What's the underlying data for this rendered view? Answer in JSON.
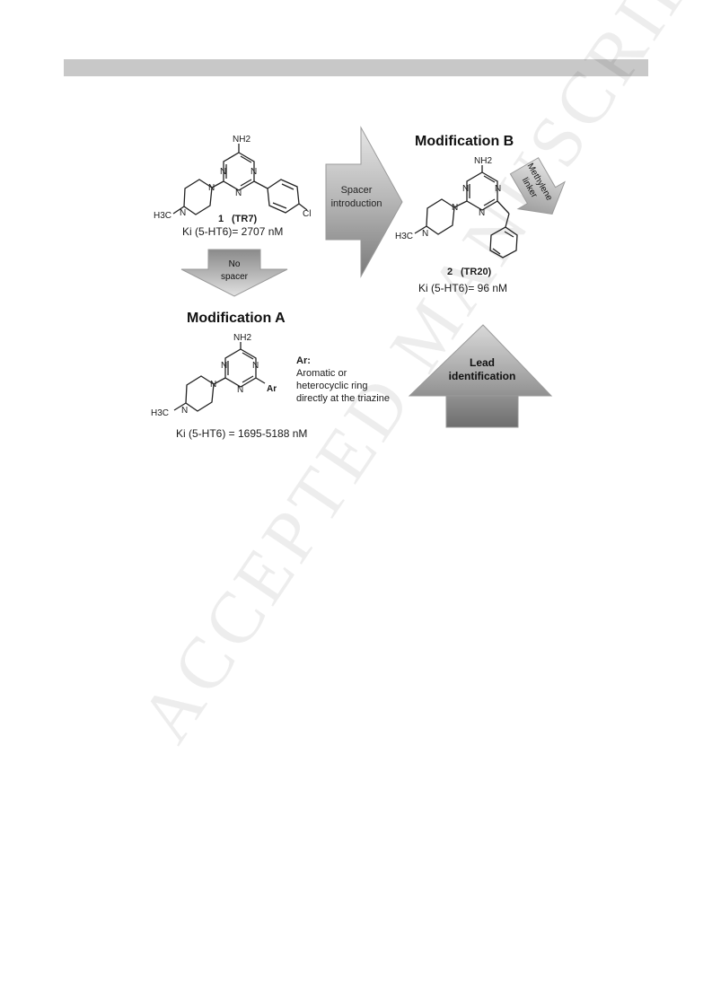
{
  "watermark": "ACCEPTED MANUSCRIPT",
  "compound1": {
    "nh2": "NH2",
    "cl": "Cl",
    "h3c": "H3C",
    "name_num": "1",
    "name_code": "(TR7)",
    "ki_text": "Ki (5-HT6)= 2707 nM"
  },
  "arrows": {
    "spacer": "Spacer introduction",
    "no_spacer": "No spacer",
    "lead": "Lead identification",
    "methylene": "Methylene linker"
  },
  "modB": {
    "title": "Modification B",
    "nh2": "NH2",
    "h3c": "H3C",
    "name_num": "2",
    "name_code": "(TR20)",
    "ki_text": "Ki (5-HT6)= 96 nM"
  },
  "modA": {
    "title": "Modification A",
    "nh2": "NH2",
    "h3c": "H3C",
    "ar": "Ar",
    "ar_label": "Ar:",
    "ar_desc_1": "Aromatic or",
    "ar_desc_2": "heterocyclic ring",
    "ar_desc_3": "directly at the triazine",
    "ki_text": "Ki (5-HT6) = 1695-5188 nM"
  },
  "atoms": {
    "n": "N"
  }
}
